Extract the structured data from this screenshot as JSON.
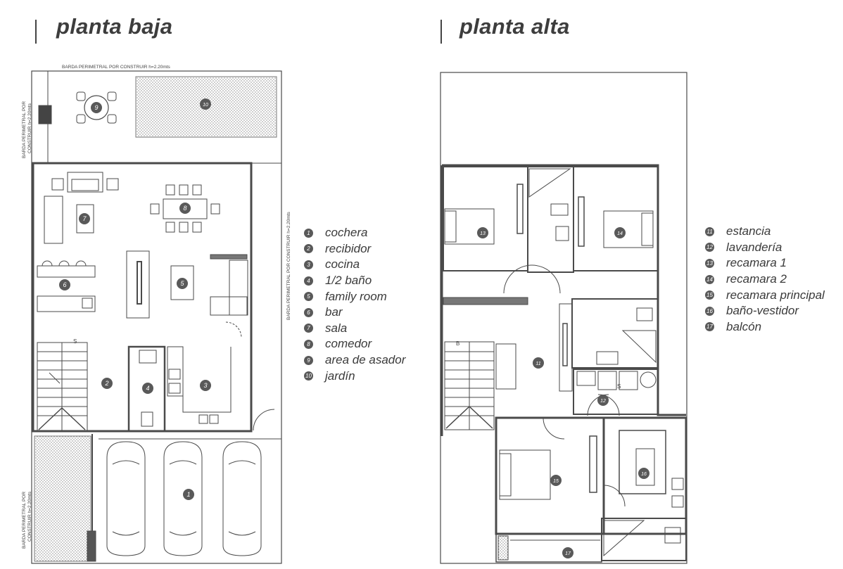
{
  "plans": {
    "ground": {
      "title": "planta baja"
    },
    "upper": {
      "title": "planta alta"
    }
  },
  "notes": {
    "top_wall": "BARDA PERIMETRAL POR CONSTRUIR h=2.20mts",
    "left_wall_line1": "BARDA PERIMETRAL POR",
    "left_wall_line2": "CONSTRUIR h=2.20mts",
    "right_wall": "BARDA PERIMETRAL POR CONSTRUIR h=2.20mts",
    "garage_wall_line1": "BARDA PERIMETRAL POR",
    "garage_wall_line2": "CONSTRUIR h=2.20mts",
    "stair_ground": "S",
    "stair_upper": "B",
    "laundry_mark": "S"
  },
  "legend_ground": [
    {
      "num": "1",
      "label": "cochera"
    },
    {
      "num": "2",
      "label": "recibidor"
    },
    {
      "num": "3",
      "label": "cocina"
    },
    {
      "num": "4",
      "label": "1/2 baño"
    },
    {
      "num": "5",
      "label": "family room"
    },
    {
      "num": "6",
      "label": "bar"
    },
    {
      "num": "7",
      "label": "sala"
    },
    {
      "num": "8",
      "label": "comedor"
    },
    {
      "num": "9",
      "label": "area de asador"
    },
    {
      "num": "10",
      "label": "jardín"
    }
  ],
  "legend_upper": [
    {
      "num": "11",
      "label": "estancia"
    },
    {
      "num": "12",
      "label": "lavandería"
    },
    {
      "num": "13",
      "label": "recamara 1"
    },
    {
      "num": "14",
      "label": "recamara 2"
    },
    {
      "num": "15",
      "label": "recamara principal"
    },
    {
      "num": "16",
      "label": "baño-vestidor"
    },
    {
      "num": "17",
      "label": "balcón"
    }
  ],
  "colors": {
    "wall": "#4a4a4a",
    "text": "#3a3a3a",
    "marker": "#595959"
  }
}
